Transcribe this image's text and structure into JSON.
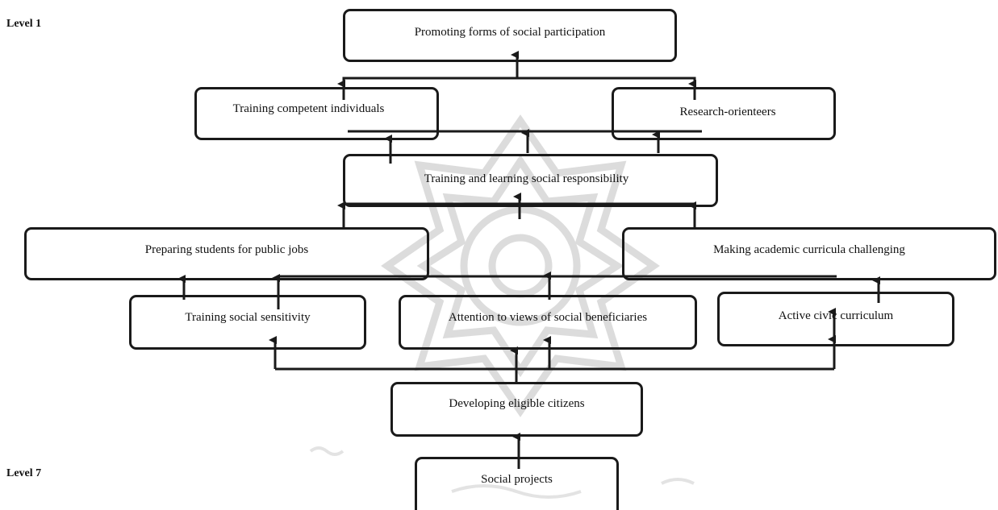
{
  "levels": {
    "top": "Level 1",
    "bottom": "Level 7"
  },
  "nodes": {
    "promoting": "Promoting forms of social participation",
    "competent": "Training competent individuals",
    "research": "Research-orienteers",
    "responsibility": "Training and learning social responsibility",
    "public_jobs": "Preparing students for public jobs",
    "curricula": "Making academic curricula challenging",
    "sensitivity": "Training social sensitivity",
    "beneficiaries": "Attention to views of social beneficiaries",
    "civic": "Active civic curriculum",
    "citizens": "Developing eligible citizens",
    "projects": "Social projects"
  },
  "colors": {
    "stroke": "#1a1a1a",
    "watermark": "#d8d8d8"
  }
}
